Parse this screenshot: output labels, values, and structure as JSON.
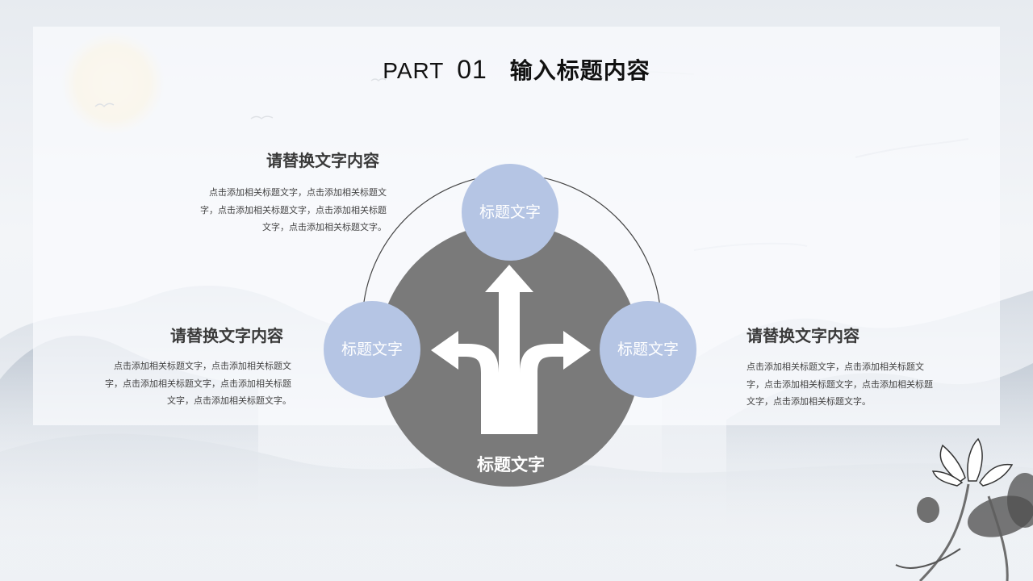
{
  "slide": {
    "title_part": "PART",
    "title_num": "01",
    "title_text": "输入标题内容"
  },
  "blocks": [
    {
      "heading": "请替换文字内容",
      "body": "点击添加相关标题文字，点击添加相关标题文字，点击添加相关标题文字，点击添加相关标题文字，点击添加相关标题文字。"
    },
    {
      "heading": "请替换文字内容",
      "body": "点击添加相关标题文字，点击添加相关标题文字，点击添加相关标题文字，点击添加相关标题文字，点击添加相关标题文字。"
    },
    {
      "heading": "请替换文字内容",
      "body": "点击添加相关标题文字，点击添加相关标题文字，点击添加相关标题文字，点击添加相关标题文字，点击添加相关标题文字。"
    }
  ],
  "circles": {
    "top": "标题文字",
    "left": "标题文字",
    "right": "标题文字",
    "main": "标题文字"
  },
  "colors": {
    "accent_circle": "#b5c5e4",
    "main_circle": "#7a7a7a"
  },
  "icons": [
    "split-arrows-icon",
    "sun-icon",
    "lotus-icon",
    "bird-icon"
  ]
}
